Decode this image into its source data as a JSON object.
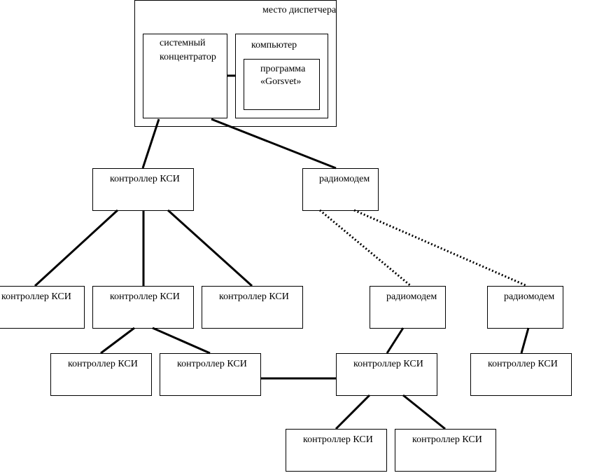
{
  "labels": {
    "dispatcher_place": "место диспетчера",
    "system_hub": "системный концентратор",
    "computer": "компьютер",
    "program": "программа «Gorsvet»",
    "controller": "контроллер КСИ",
    "radiomodem": "радиомодем"
  }
}
